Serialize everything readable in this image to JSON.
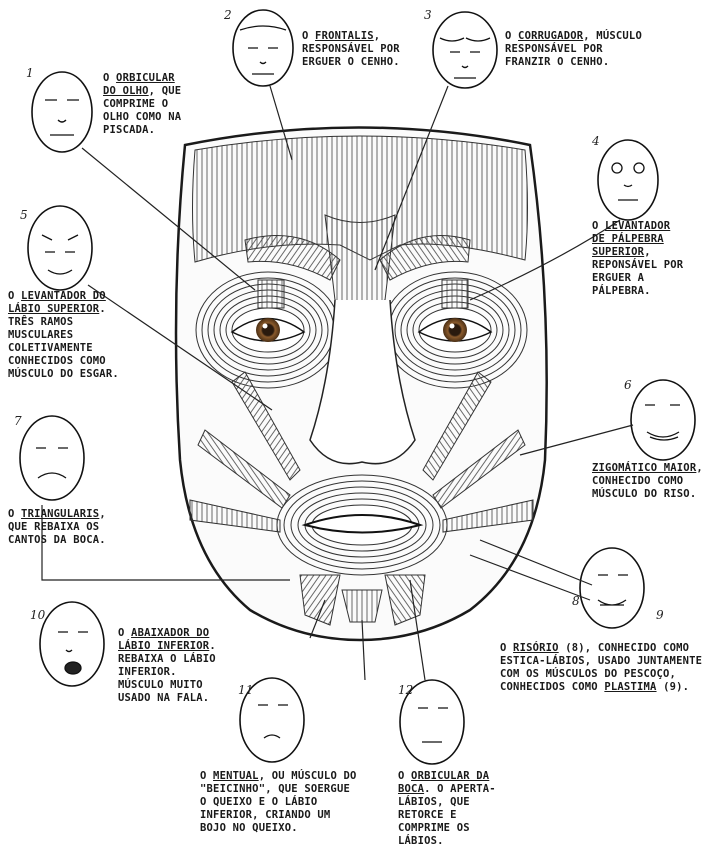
{
  "numbers": [
    "1",
    "2",
    "3",
    "4",
    "5",
    "6",
    "7",
    "8",
    "9",
    "10",
    "11",
    "12"
  ],
  "labels": {
    "l1": {
      "pre": "O ",
      "term": "ORBICULAR DO OLHO",
      "post": ", QUE COMPRIME O OLHO COMO NA PISCADA."
    },
    "l2": {
      "pre": "O ",
      "term": "FRONTALIS",
      "post": ", RESPONSÁVEL POR ERGUER O CENHO."
    },
    "l3": {
      "pre": "O ",
      "term": "CORRUGADOR",
      "post": ", MÚSCULO RESPONSÁVEL POR FRANZIR O CENHO."
    },
    "l4": {
      "pre": "O ",
      "term": "LEVANTADOR DE PÁLPEBRA SUPERIOR",
      "post": ", REPONSÁVEL POR ERGUER A PÁLPEBRA."
    },
    "l5": {
      "pre": "O ",
      "term": "LEVANTADOR DO LÁBIO SUPERIOR",
      "post": ". TRÊS RAMOS MUSCULARES COLETIVAMENTE CONHECIDOS COMO MÚSCULO DO ESGAR."
    },
    "l6": {
      "pre": "",
      "term": "ZIGOMÁTICO MAIOR",
      "post": ", CONHECIDO COMO MÚSCULO DO RISO."
    },
    "l7": {
      "pre": "O ",
      "term": "TRIANGULARIS",
      "post": ", QUE REBAIXA OS CANTOS DA BOCA."
    },
    "l8": {
      "pre": "O ",
      "term": "RISÓRIO",
      "post": " (8), CONHECIDO COMO ESTICA-LÁBIOS, USADO JUNTAMENTE COM OS MÚSCULOS DO PESCOÇO, CONHECIDOS COMO ",
      "term2": "PLASTIMA",
      "post2": " (9)."
    },
    "l10": {
      "pre": "O ",
      "term": "ABAIXADOR DO LÁBIO INFERIOR",
      "post": ". REBAIXA O LÁBIO INFERIOR. MÚSCULO MUITO USADO NA FALA."
    },
    "l11": {
      "pre": "O ",
      "term": "MENTUAL",
      "post": ", OU MÚSCULO DO \"BEICINHO\", QUE SOERGUE O QUEIXO E O LÁBIO INFERIOR, CRIANDO UM BOJO NO QUEIXO."
    },
    "l12": {
      "pre": "O ",
      "term": "ORBICULAR DA BOCA",
      "post": ". O APERTA-LÁBIOS, QUE RETORCE E COMPRIME OS LÁBIOS."
    }
  }
}
